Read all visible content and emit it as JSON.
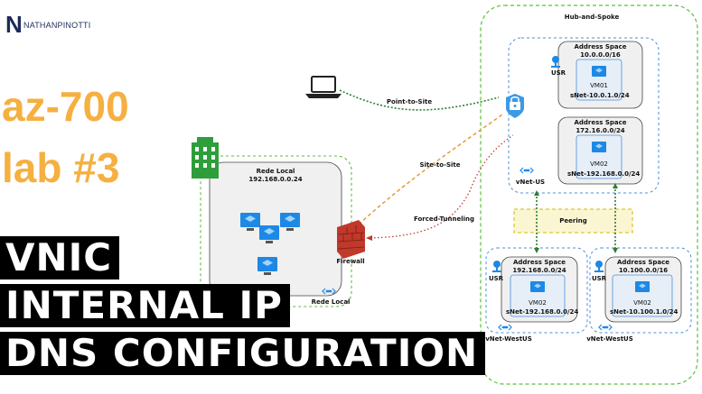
{
  "logo": {
    "mark": "N",
    "name": "NATHANPINOTTI"
  },
  "headline": {
    "line1": "az-700",
    "line2": "lab #3",
    "bar1": "VNIC",
    "bar2": "INTERNAL IP",
    "bar3": "DNS CONFIGURATION"
  },
  "hub": {
    "title": "Hub-and-Spoke"
  },
  "vnet_us": {
    "label": "vNet-US",
    "usr": "USR",
    "subnet1": {
      "address_title": "Address Space",
      "address": "10.0.0.0/16",
      "vm": "VM01",
      "subnet": "sNet-10.0.1.0/24"
    },
    "subnet2": {
      "address_title": "Address Space",
      "address": "172.16.0.0/24",
      "vm": "VM02",
      "subnet": "sNet-192.168.0.0/24"
    }
  },
  "peering": "Peering",
  "spoke_left": {
    "label": "vNet-WestUS",
    "usr": "USR",
    "address_title": "Address Space",
    "address": "192.168.0.0/24",
    "vm": "VM02",
    "subnet": "sNet-192.168.0.0/24"
  },
  "spoke_right": {
    "label": "vNet-WestUS",
    "usr": "USR",
    "address_title": "Address Space",
    "address": "10.100.0.0/16",
    "vm": "VM02",
    "subnet": "sNet-10.100.1.0/24"
  },
  "local": {
    "title": "Rede Local",
    "address": "192.168.0.0.24",
    "label": "Rede Local",
    "firewall": "Firewall"
  },
  "links": {
    "point_to_site": "Point-to-Site",
    "site_to_site": "Site-to-Site",
    "forced_tunneling": "Forced-Tunneling"
  },
  "colors": {
    "orange": "#f5b041",
    "green_dash": "#5cbf3a",
    "blue_dash": "#4a90d9",
    "azure": "#1e88e5",
    "firewall": "#c0392b"
  }
}
